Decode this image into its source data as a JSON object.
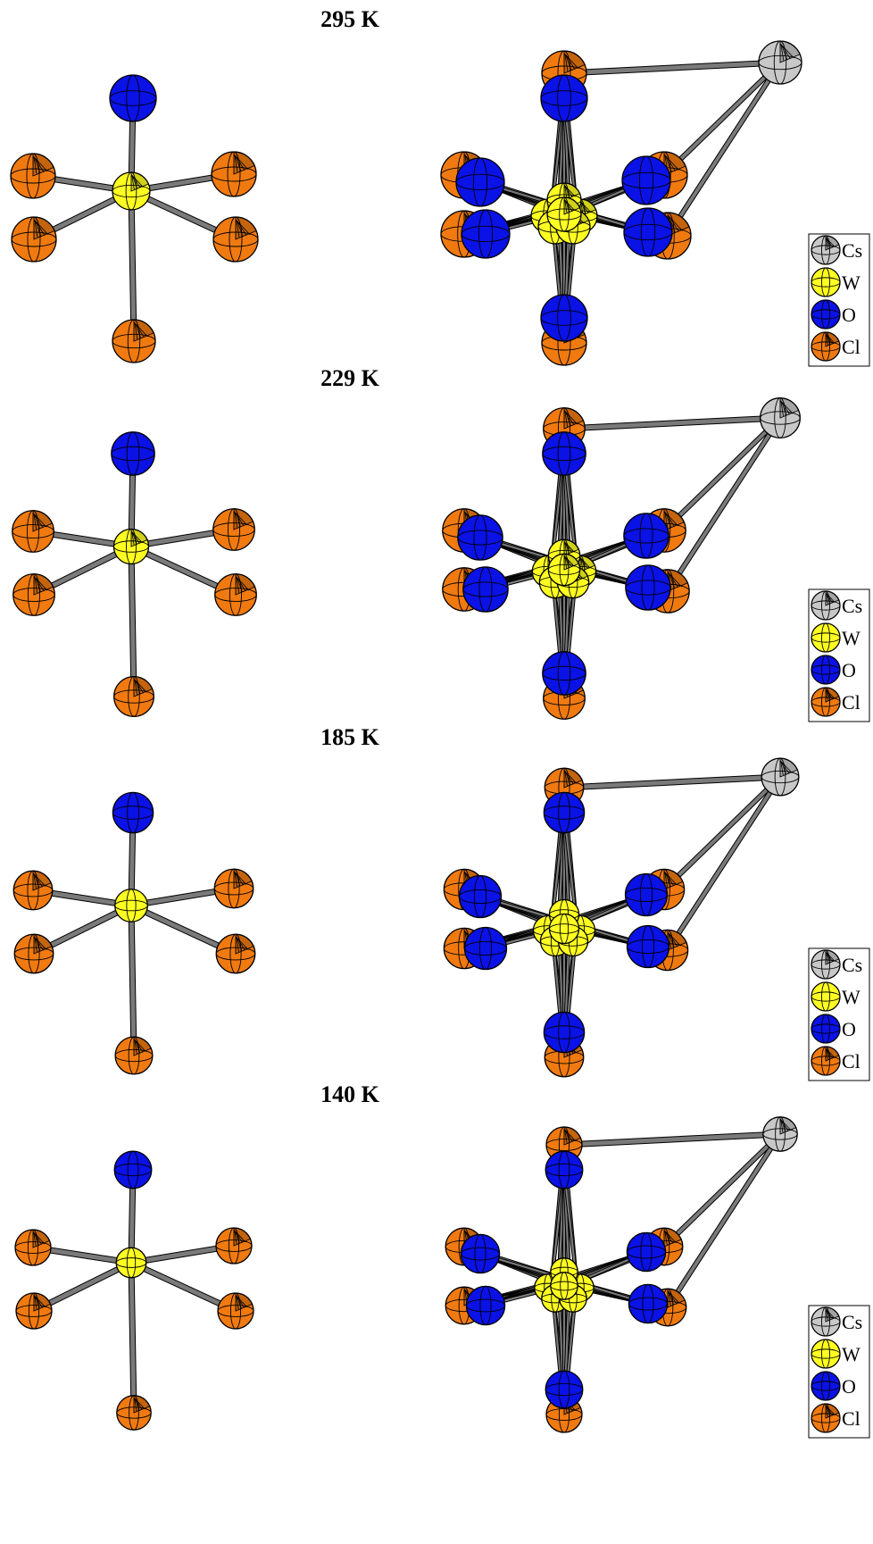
{
  "panels": [
    {
      "temperature": "295 K"
    },
    {
      "temperature": "229 K"
    },
    {
      "temperature": "185 K"
    },
    {
      "temperature": "140 K"
    }
  ],
  "legend": [
    {
      "element": "Cs",
      "color": "#c8c8c8"
    },
    {
      "element": "W",
      "color": "#ffff22"
    },
    {
      "element": "O",
      "color": "#0a12e6"
    },
    {
      "element": "Cl",
      "color": "#f07a10"
    }
  ],
  "colors": {
    "bond": "#7a7a7a",
    "outline": "#000000"
  }
}
